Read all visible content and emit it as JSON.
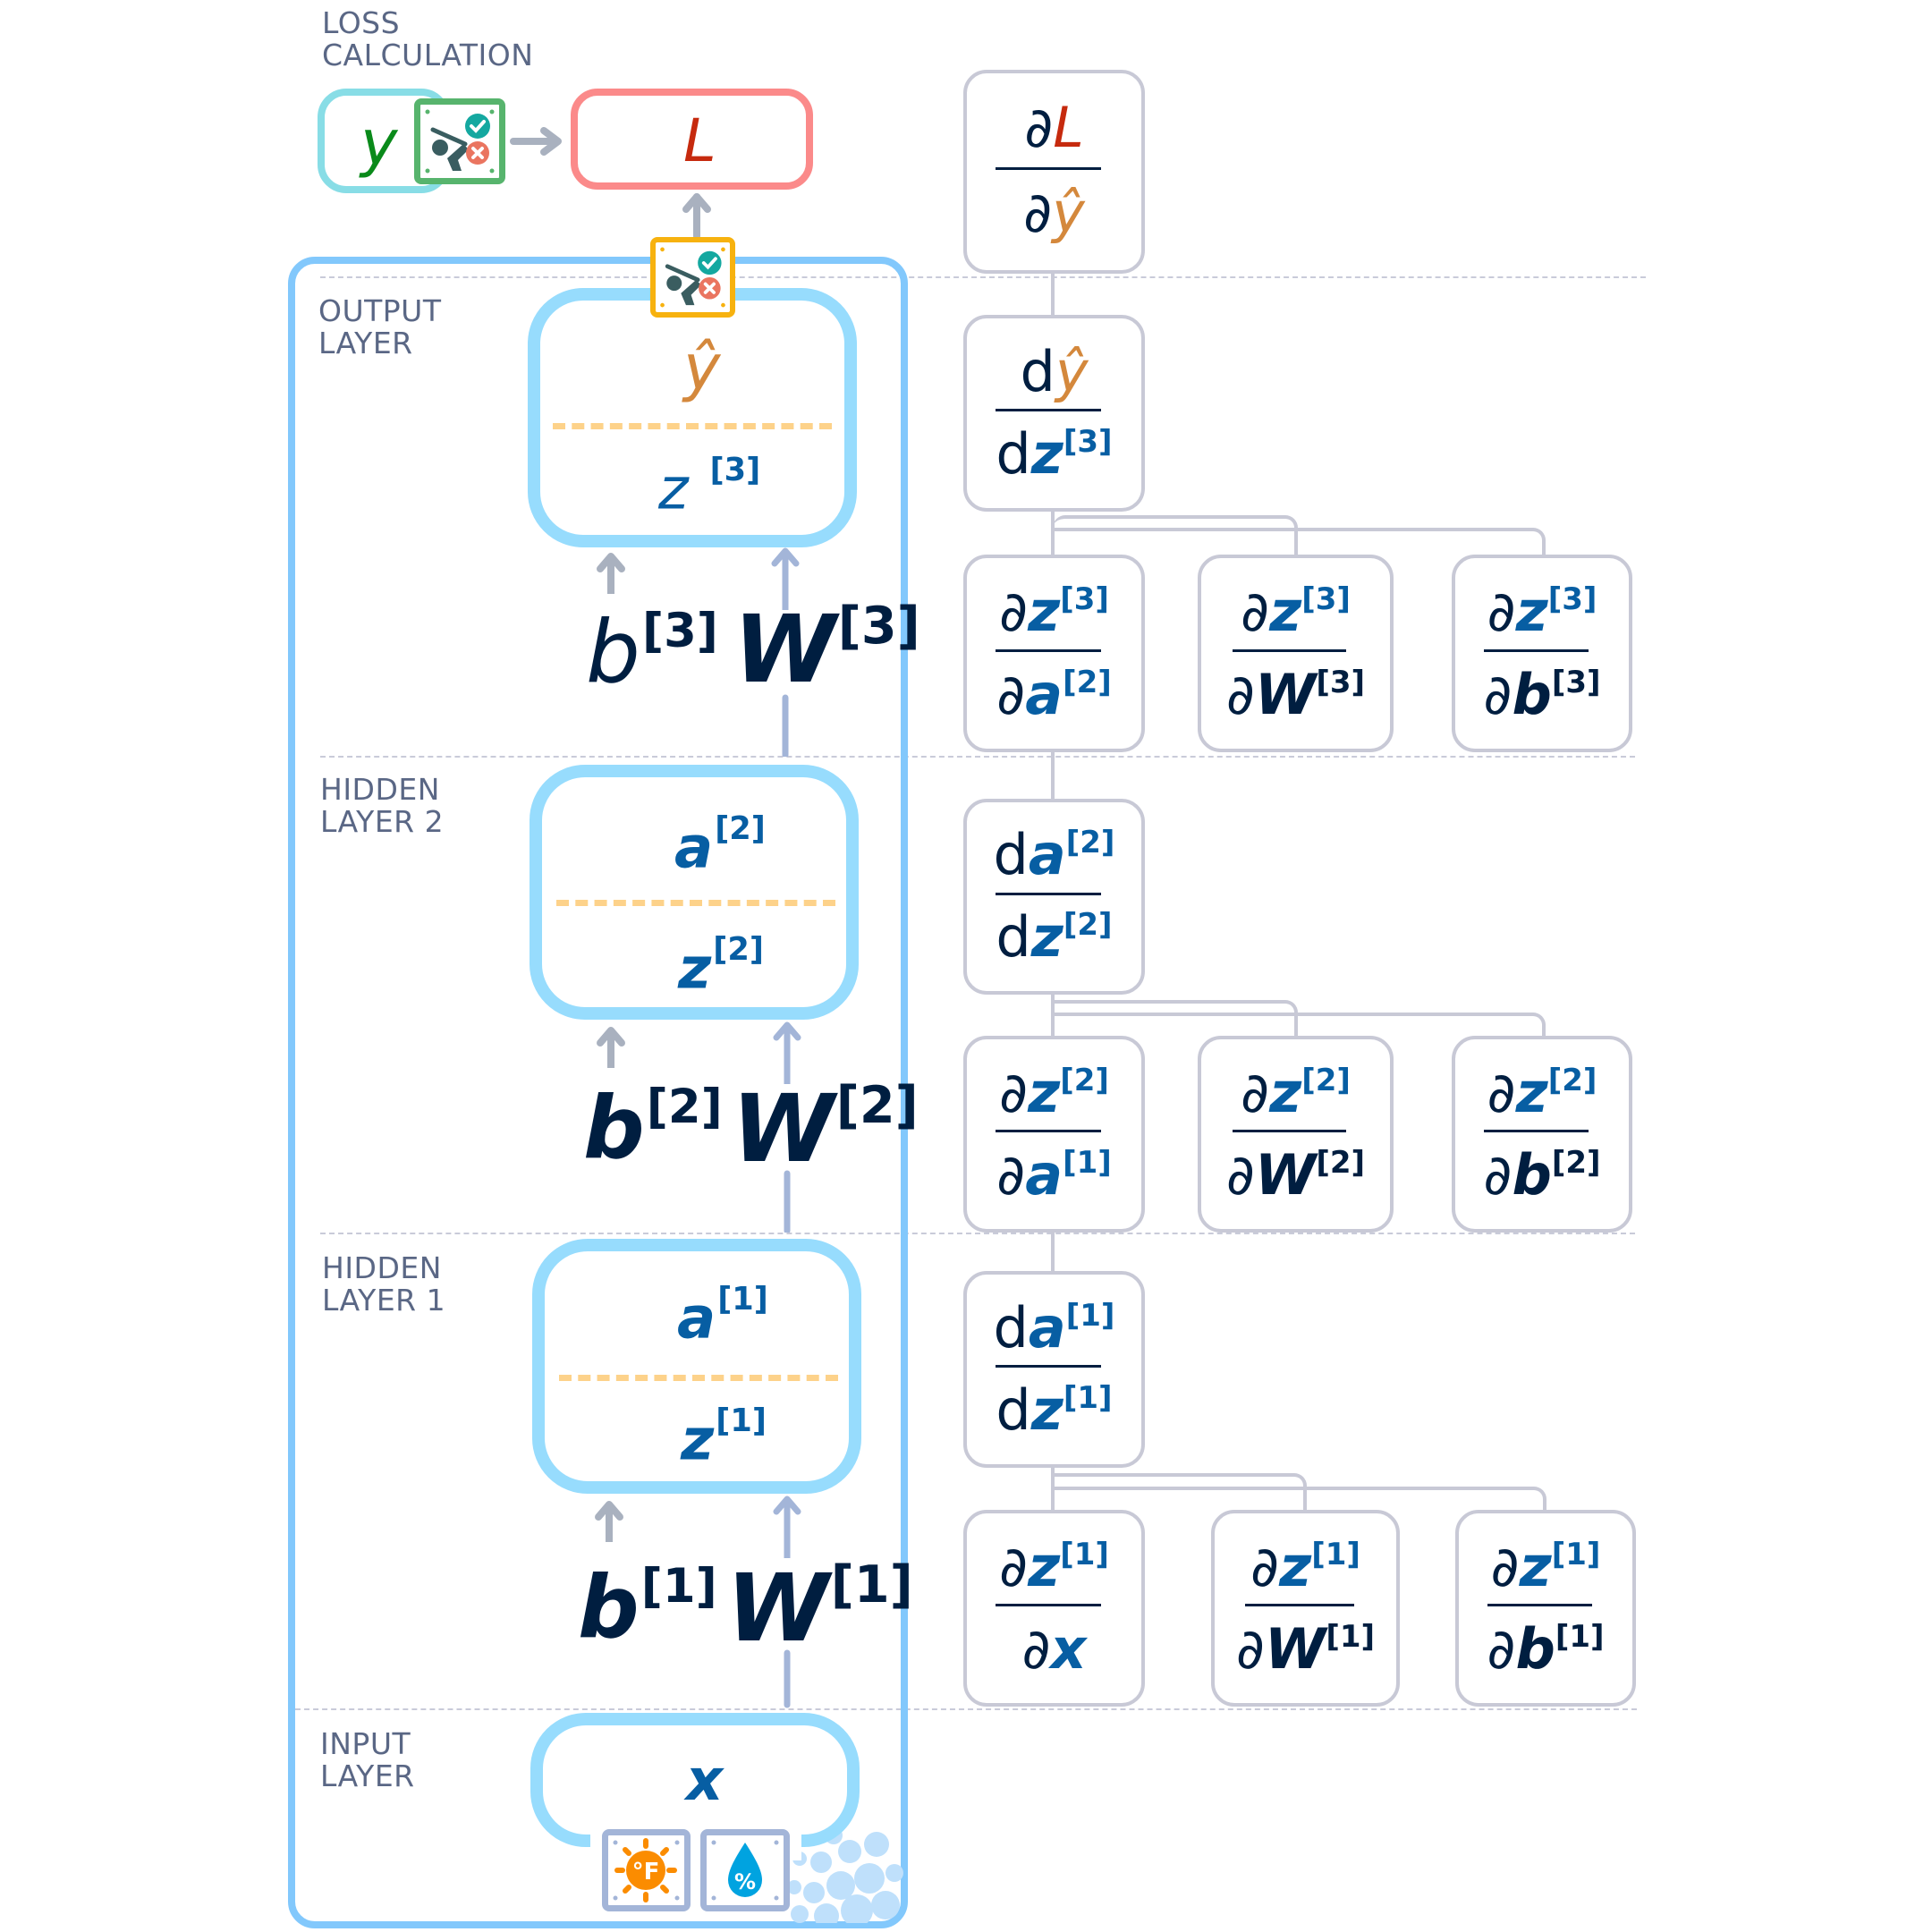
{
  "title": "Backpropagation computation graph",
  "labels": {
    "loss": "LOSS\nCALCULATION",
    "output_layer": "OUTPUT\nLAYER",
    "hidden_layer_2": "HIDDEN\nLAYER 2",
    "hidden_layer_1": "HIDDEN\nLAYER 1",
    "input_layer": "INPUT\nLAYER"
  },
  "loss_row": {
    "target": "y",
    "loss": "L",
    "target_icon": "golf-prediction-icon",
    "prediction_icon": "golf-prediction-icon"
  },
  "network": {
    "output": {
      "top": "ŷ",
      "bottom": "z",
      "bottom_sup": "[3]",
      "bias": "b",
      "bias_sup": "[3]",
      "weight": "W",
      "weight_sup": "[3]"
    },
    "hidden2": {
      "top": "a",
      "top_sup": "[2]",
      "bottom": "z",
      "bottom_sup": "[2]",
      "bias": "b",
      "bias_sup": "[2]",
      "weight": "W",
      "weight_sup": "[2]"
    },
    "hidden1": {
      "top": "a",
      "top_sup": "[1]",
      "bottom": "z",
      "bottom_sup": "[1]",
      "bias": "b",
      "bias_sup": "[1]",
      "weight": "W",
      "weight_sup": "[1]"
    },
    "input": {
      "value": "x",
      "icons": [
        "temperature-fahrenheit-icon",
        "humidity-percent-icon"
      ]
    }
  },
  "colors": {
    "target_green": "#0a8a1a",
    "loss_red": "#c62a0e",
    "yhat_orange": "#d4883c",
    "z_blue": "#075ea3",
    "navy": "#001e40",
    "container_blue": "#82c8fc",
    "node_blue": "#97dcfd",
    "loss_border": "#fb8a8a",
    "target_border": "#88dde6"
  },
  "derivatives": [
    {
      "id": "dL_dyhat",
      "op": "∂",
      "num": "L",
      "num_sup": "",
      "den": "ŷ",
      "den_sup": ""
    },
    {
      "id": "dyhat_dz3",
      "op": "d",
      "num": "ŷ",
      "num_sup": "",
      "den": "z",
      "den_sup": "[3]"
    },
    {
      "id": "dz3_da2",
      "op": "∂",
      "num": "z",
      "num_sup": "[3]",
      "den": "a",
      "den_sup": "[2]"
    },
    {
      "id": "dz3_dW3",
      "op": "∂",
      "num": "z",
      "num_sup": "[3]",
      "den": "W",
      "den_sup": "[3]"
    },
    {
      "id": "dz3_db3",
      "op": "∂",
      "num": "z",
      "num_sup": "[3]",
      "den": "b",
      "den_sup": "[3]"
    },
    {
      "id": "da2_dz2",
      "op": "d",
      "num": "a",
      "num_sup": "[2]",
      "den": "z",
      "den_sup": "[2]"
    },
    {
      "id": "dz2_da1",
      "op": "∂",
      "num": "z",
      "num_sup": "[2]",
      "den": "a",
      "den_sup": "[1]"
    },
    {
      "id": "dz2_dW2",
      "op": "∂",
      "num": "z",
      "num_sup": "[2]",
      "den": "W",
      "den_sup": "[2]"
    },
    {
      "id": "dz2_db2",
      "op": "∂",
      "num": "z",
      "num_sup": "[2]",
      "den": "b",
      "den_sup": "[2]"
    },
    {
      "id": "da1_dz1",
      "op": "d",
      "num": "a",
      "num_sup": "[1]",
      "den": "z",
      "den_sup": "[1]"
    },
    {
      "id": "dz1_dx",
      "op": "∂",
      "num": "z",
      "num_sup": "[1]",
      "den": "x",
      "den_sup": ""
    },
    {
      "id": "dz1_dW1",
      "op": "∂",
      "num": "z",
      "num_sup": "[1]",
      "den": "W",
      "den_sup": "[1]"
    },
    {
      "id": "dz1_db1",
      "op": "∂",
      "num": "z",
      "num_sup": "[1]",
      "den": "b",
      "den_sup": "[1]"
    }
  ]
}
